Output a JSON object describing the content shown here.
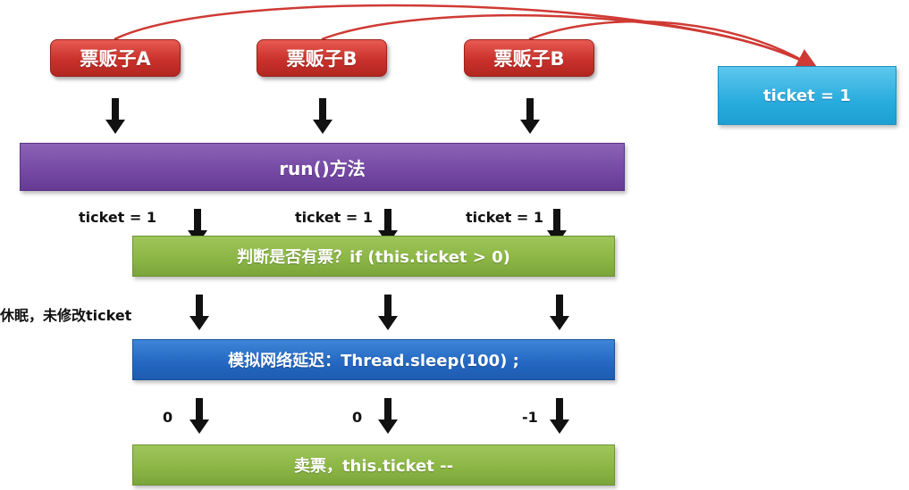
{
  "colors": {
    "seller_red": "#c9312b",
    "ticket_blue": "#29acde",
    "run_purple": "#7448a3",
    "check_green": "#8ab544",
    "sleep_blue": "#2467c1",
    "sell_green": "#8ab544",
    "arrow_black": "#111111",
    "curve_red": "#cf3a34"
  },
  "sellers": [
    {
      "label": "票贩子A"
    },
    {
      "label": "票贩子B"
    },
    {
      "label": "票贩子B"
    }
  ],
  "shared_ticket": {
    "label": "ticket = 1"
  },
  "run_method": {
    "label": "run()方法"
  },
  "ticket_values_before_check": [
    "ticket = 1",
    "ticket = 1",
    "ticket = 1"
  ],
  "check_step": {
    "label": "判断是否有票？if (this.ticket > 0)"
  },
  "sleep_note": "休眠，未修改ticket",
  "sleep_step": {
    "label": "模拟网络延迟：Thread.sleep(100) ;"
  },
  "ticket_values_after_sleep": [
    "0",
    "0",
    "-1"
  ],
  "sell_step": {
    "label": "卖票，this.ticket --"
  },
  "icons": {
    "down_arrow": "down-arrow-icon",
    "access_curve": "curved-arrow-icon"
  }
}
